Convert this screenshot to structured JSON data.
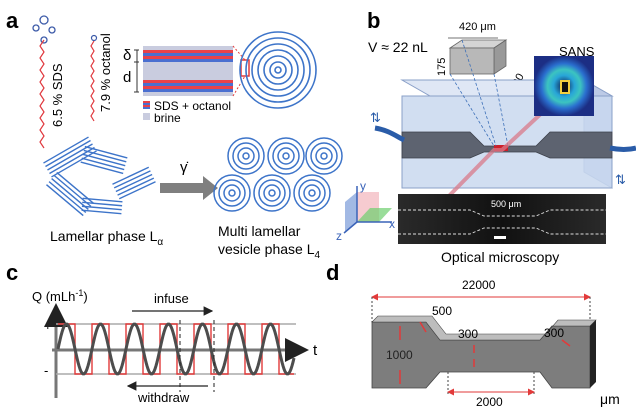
{
  "panels": {
    "a": {
      "letter": "a",
      "sds_label": "6.5 % SDS",
      "octanol_label": "7.9 % octanol",
      "delta_label": "δ",
      "d_label": "d",
      "legend_bilayer": "SDS + octanol",
      "legend_brine": "brine",
      "shear_symbol": "γ̇",
      "lamellar_label": "Lamellar phase L",
      "lamellar_sub": "α",
      "vesicle_label_1": "Multi lamellar",
      "vesicle_label_2": "vesicle phase L",
      "vesicle_sub": "4"
    },
    "b": {
      "letter": "b",
      "volume_label": "V ≈ 22 nL",
      "dim_420": "420 μm",
      "dim_175": "175",
      "dim_300": "300",
      "sans_label": "SANS",
      "axis_y": "y",
      "axis_x": "x",
      "axis_z": "z",
      "scale_label": "500 μm",
      "microscopy_label": "Optical microscopy"
    },
    "c": {
      "letter": "c",
      "q_label": "Q (mLh",
      "q_exp": "-1",
      "q_close": ")",
      "plus": "+",
      "minus": "-",
      "t_label": "t",
      "infuse_label": "infuse",
      "withdraw_label": "withdraw"
    },
    "d": {
      "letter": "d",
      "dim_22000": "22000",
      "dim_500": "500",
      "dim_300a": "300",
      "dim_300b": "300",
      "dim_1000": "1000",
      "dim_2000": "2000",
      "unit": "μm"
    }
  },
  "colors": {
    "red_stripe": "#e8424a",
    "blue_stripe": "#4a6fd0",
    "lamellar_blue": "#3d74c9",
    "brine": "#c9ccdf",
    "chip": "#c9d8ee",
    "channel": "#555a66"
  }
}
